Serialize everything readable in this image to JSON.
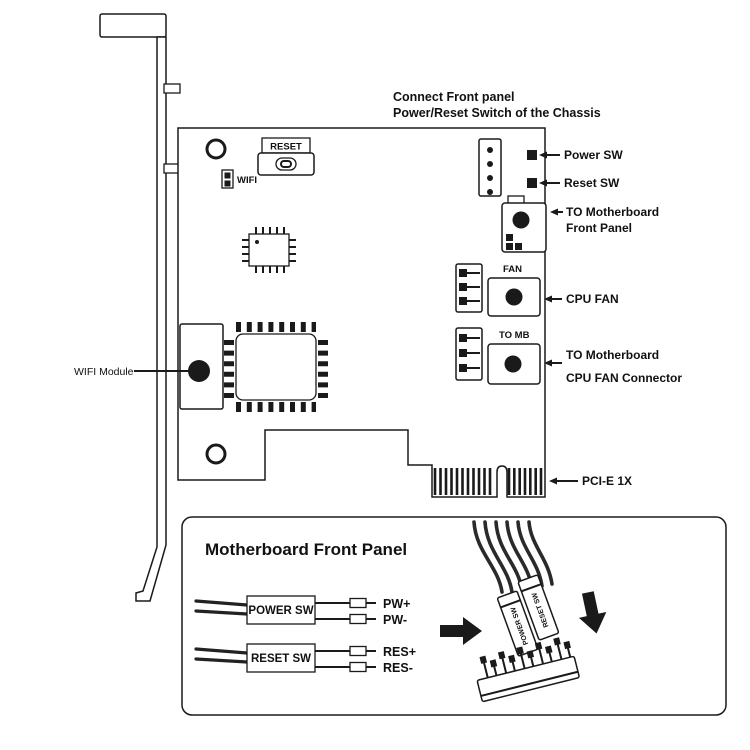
{
  "note": {
    "line1": "Connect Front panel",
    "line2": "Power/Reset Switch of the Chassis"
  },
  "card": {
    "reset": "RESET",
    "wifi": "WIFI",
    "fan": "FAN",
    "to_mb": "TO MB"
  },
  "callouts": {
    "power_sw": "Power SW",
    "reset_sw": "Reset SW",
    "front_panel_line1": "TO Motherboard",
    "front_panel_line2": "Front Panel",
    "cpu_fan": "CPU FAN",
    "cpu_fan_conn_line1": "TO Motherboard",
    "cpu_fan_conn_line2": "CPU FAN Connector",
    "wifi_module": "WIFI Module",
    "pcie": "PCI-E 1X"
  },
  "panel": {
    "title": "Motherboard Front Panel",
    "power_box": "POWER SW",
    "reset_box": "RESET SW",
    "pw_plus": "PW+",
    "pw_minus": "PW-",
    "res_plus": "RES+",
    "res_minus": "RES-",
    "conn_power": "POWER SW",
    "conn_reset": "RESET SW"
  },
  "colors": {
    "ink": "#1a1a1a",
    "background": "#ffffff"
  }
}
